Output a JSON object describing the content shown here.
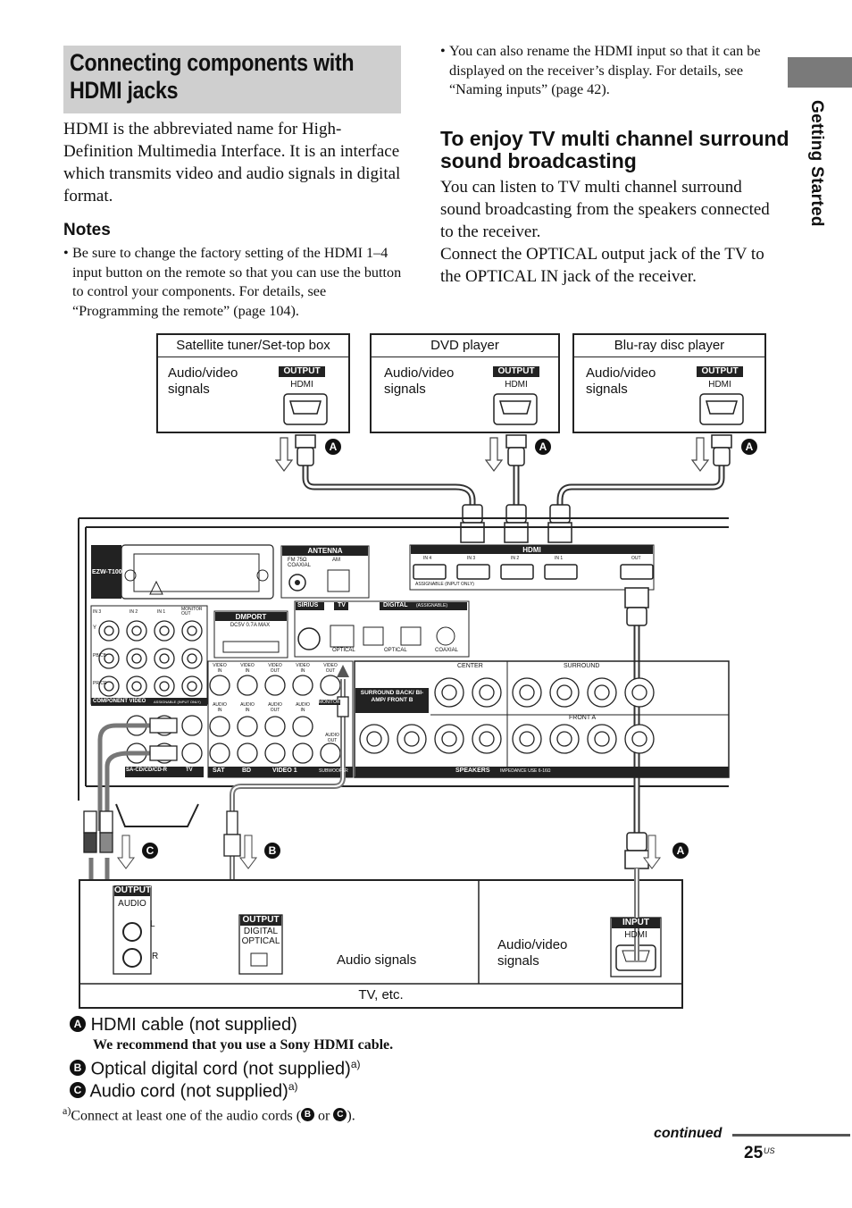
{
  "title": "Connecting components with HDMI jacks",
  "intro": "HDMI is the abbreviated name for High-Definition Multimedia Interface. It is an interface which transmits video and audio signals in digital format.",
  "notes": {
    "heading": "Notes",
    "items": [
      "Be sure to change the factory setting of the HDMI 1–4 input button on the remote so that you can use the button to control your components. For details, see “Programming the remote” (page 104).",
      "You can also rename the HDMI input so that it can be displayed on the receiver’s display. For details, see “Naming inputs” (page 42)."
    ]
  },
  "section2": {
    "heading": "To enjoy TV multi channel surround sound broadcasting",
    "body1": "You can listen to TV multi channel surround sound broadcasting from the speakers connected to the receiver.",
    "body2": "Connect the OPTICAL output jack of the TV to the OPTICAL IN jack of the receiver."
  },
  "side_label": "Getting Started",
  "devices": [
    {
      "name": "Satellite tuner/Set-top box",
      "signal": "Audio/video signals",
      "out": "OUTPUT",
      "port": "HDMI",
      "cable": "A"
    },
    {
      "name": "DVD player",
      "signal": "Audio/video signals",
      "out": "OUTPUT",
      "port": "HDMI",
      "cable": "A"
    },
    {
      "name": "Blu-ray disc player",
      "signal": "Audio/video signals",
      "out": "OUTPUT",
      "port": "HDMI",
      "cable": "A"
    }
  ],
  "receiver": {
    "model": "EZW-T100",
    "antenna": "ANTENNA",
    "fm": "FM 75Ω COAXIAL",
    "am": "AM",
    "hdmi": "HDMI",
    "hdmi_ports": [
      "IN 4",
      "IN 3",
      "IN 2",
      "IN 1",
      "OUT"
    ],
    "assignable": "ASSIGNABLE (INPUT ONLY)",
    "dmport": "DMPORT",
    "dmport_spec": "DC5V 0.7A MAX",
    "sirius": "SIRIUS",
    "tv": "TV",
    "digital": "DIGITAL",
    "digital_assignable": "(ASSIGNABLE)",
    "optical": "OPTICAL",
    "coaxial": "COAXIAL",
    "component_video": "COMPONENT VIDEO",
    "component_assign": "ASSIGNABLE (INPUT ONLY)",
    "comp_ins": [
      "IN 3",
      "IN 2",
      "IN 1",
      "MONITOR OUT"
    ],
    "comp_rows": [
      "Y",
      "PB/CB",
      "PR/CR"
    ],
    "surround_back": "SURROUND BACK/ BI-AMP/ FRONT B",
    "center": "CENTER",
    "surround": "SURROUND",
    "front_a": "FRONT A",
    "speakers": "SPEAKERS",
    "impedance": "IMPEDANCE USE 6-16Ω",
    "groups": [
      "SA-CD/CD/CD-R",
      "TV",
      "SAT",
      "BD",
      "VIDEO 1",
      "SUBWOOFER"
    ],
    "video_in": "VIDEO IN",
    "audio_in": "AUDIO IN",
    "video_out": "VIDEO OUT",
    "audio_out": "AUDIO OUT",
    "monitor": "MONITOR"
  },
  "tv_box": {
    "label": "TV, etc.",
    "audio_out_label": "OUTPUT",
    "audio_port": "AUDIO",
    "l": "L",
    "r": "R",
    "optical_out_label": "OUTPUT",
    "optical_port": "DIGITAL OPTICAL",
    "audio_signals": "Audio signals",
    "av_signals": "Audio/video signals",
    "input_label": "INPUT",
    "input_port": "HDMI"
  },
  "legend": {
    "a_letter": "A",
    "a": "HDMI cable (not supplied)",
    "a_sub": "We recommend that you use a Sony HDMI cable.",
    "b_letter": "B",
    "b": "Optical digital cord (not supplied)",
    "c_letter": "C",
    "c": "Audio cord (not supplied)",
    "sup": "a)",
    "footnote_prefix": "Connect at least one of the audio cords (",
    "footnote_or": "or",
    "footnote_suffix": ")."
  },
  "continued": "continued",
  "page": {
    "number": "25",
    "suffix": "US"
  }
}
